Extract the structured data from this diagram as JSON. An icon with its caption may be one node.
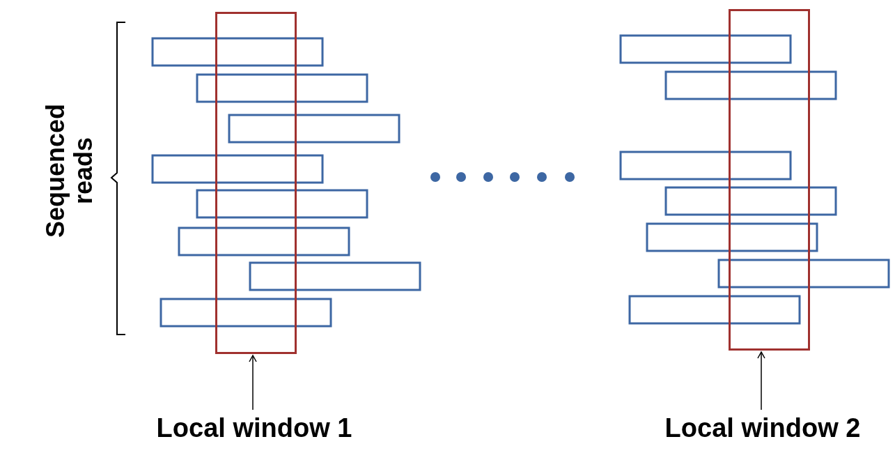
{
  "diagram": {
    "nodes": [
      {
        "text": [],
        "shape": "box"
      },
      {
        "text": [],
        "shape": "box"
      },
      {
        "text": [
          "Local window 1"
        ]
      },
      {
        "text": [
          "Local window 2"
        ]
      }
    ],
    "edges": [
      {
        "from": 2,
        "to": 0,
        "arrow": "to"
      },
      {
        "from": 3,
        "to": 1,
        "arrow": "to"
      }
    ],
    "labels": [
      "Sequenced reads"
    ]
  }
}
